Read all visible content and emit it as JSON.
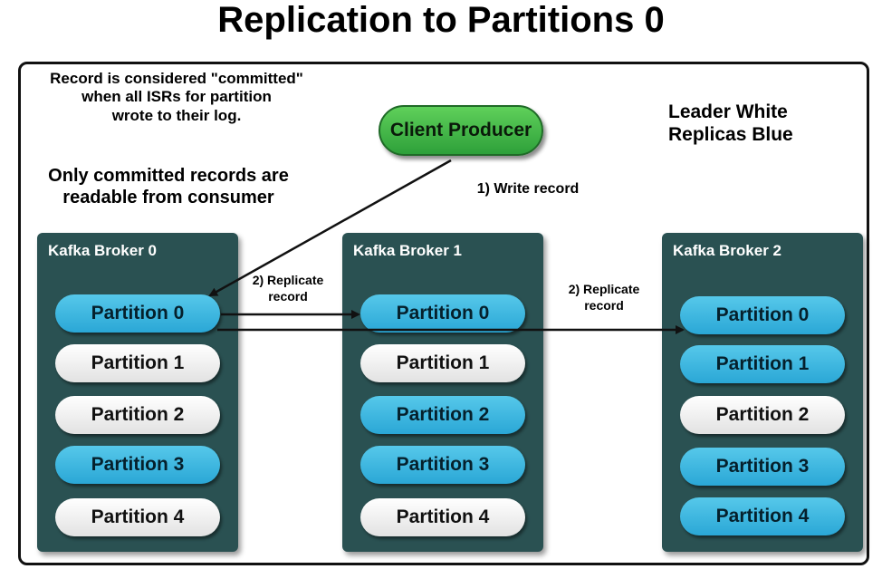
{
  "title": "Replication to Partitions 0",
  "notes": {
    "committed_line1": "Record is considered \"committed\"",
    "committed_line2": "when all ISRs for partition",
    "committed_line3": "wrote to their log.",
    "readable_line1": "Only committed records are",
    "readable_line2": "readable from consumer",
    "legend_line1": "Leader White",
    "legend_line2": "Replicas Blue"
  },
  "producer": {
    "label": "Client Producer"
  },
  "arrow_labels": {
    "write": "1) Write record",
    "replicate_1_line1": "2) Replicate",
    "replicate_1_line2": "record",
    "replicate_2_line1": "2) Replicate",
    "replicate_2_line2": "record"
  },
  "brokers": [
    {
      "name": "Kafka Broker 0",
      "partitions": [
        {
          "label": "Partition 0",
          "role": "replica"
        },
        {
          "label": "Partition 1",
          "role": "leader"
        },
        {
          "label": "Partition 2",
          "role": "leader"
        },
        {
          "label": "Partition 3",
          "role": "replica"
        },
        {
          "label": "Partition 4",
          "role": "leader"
        }
      ]
    },
    {
      "name": "Kafka Broker 1",
      "partitions": [
        {
          "label": "Partition 0",
          "role": "replica"
        },
        {
          "label": "Partition 1",
          "role": "leader"
        },
        {
          "label": "Partition 2",
          "role": "replica"
        },
        {
          "label": "Partition 3",
          "role": "replica"
        },
        {
          "label": "Partition 4",
          "role": "leader"
        }
      ]
    },
    {
      "name": "Kafka Broker 2",
      "partitions": [
        {
          "label": "Partition 0",
          "role": "replica"
        },
        {
          "label": "Partition 1",
          "role": "replica"
        },
        {
          "label": "Partition 2",
          "role": "leader"
        },
        {
          "label": "Partition 3",
          "role": "replica"
        },
        {
          "label": "Partition 4",
          "role": "replica"
        }
      ]
    }
  ],
  "colors": {
    "leader": "#ffffff",
    "replica": "#2aa7d6",
    "broker": "#2a5152",
    "producer": "#2ea03a"
  }
}
